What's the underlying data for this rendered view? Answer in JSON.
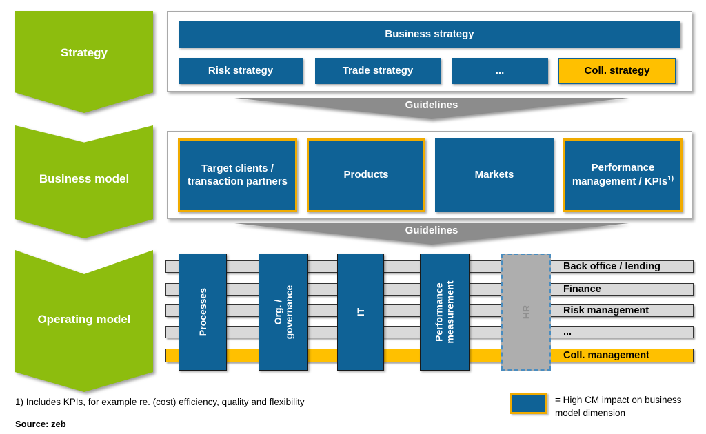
{
  "colors": {
    "green": "#8DBD0E",
    "blue": "#0F6296",
    "yellow_highlight": "#FFC000",
    "gold_border": "#F0AB00",
    "bar_gray": "#D9D9D9",
    "guidelines_gray": "#8C8C8C",
    "hr_gray": "#AEAEAE"
  },
  "left_nav": {
    "items": [
      {
        "label": "Strategy"
      },
      {
        "label": "Business model"
      },
      {
        "label": "Operating model"
      }
    ]
  },
  "strategy_panel": {
    "main_box": {
      "label": "Business strategy"
    },
    "sub_boxes": [
      {
        "label": "Risk strategy",
        "highlight": false
      },
      {
        "label": "Trade strategy",
        "highlight": false
      },
      {
        "label": "...",
        "highlight": false
      },
      {
        "label": "Coll. strategy",
        "highlight": true
      }
    ]
  },
  "guidelines_label": "Guidelines",
  "business_model": {
    "boxes": [
      {
        "label": "Target clients / transaction partners",
        "highlighted_border": true
      },
      {
        "label": "Products",
        "highlighted_border": true
      },
      {
        "label": "Markets",
        "highlighted_border": false
      },
      {
        "label": "Performance management /",
        "label2": "KPIs",
        "footnote_ref": "1)",
        "highlighted_border": true
      }
    ]
  },
  "operating_model": {
    "columns": [
      {
        "label": "Processes",
        "dashed": false
      },
      {
        "label": "Org. / governance",
        "dashed": false
      },
      {
        "label": "IT",
        "dashed": false
      },
      {
        "label": "Performance measurement",
        "dashed": false
      },
      {
        "label": "HR",
        "dashed": true
      }
    ],
    "rows": [
      {
        "label": "Back office / lending",
        "highlight": false
      },
      {
        "label": "Finance",
        "highlight": false
      },
      {
        "label": "Risk management",
        "highlight": false
      },
      {
        "label": "...",
        "highlight": false
      },
      {
        "label": "Coll. management",
        "highlight": true
      }
    ]
  },
  "footnote": {
    "text": "1) Includes KPIs, for example re. (cost) efficiency, quality and flexibility"
  },
  "source": {
    "text": "Source: zeb"
  },
  "legend": {
    "line1": "= High CM impact on business",
    "line2": "model dimension"
  }
}
